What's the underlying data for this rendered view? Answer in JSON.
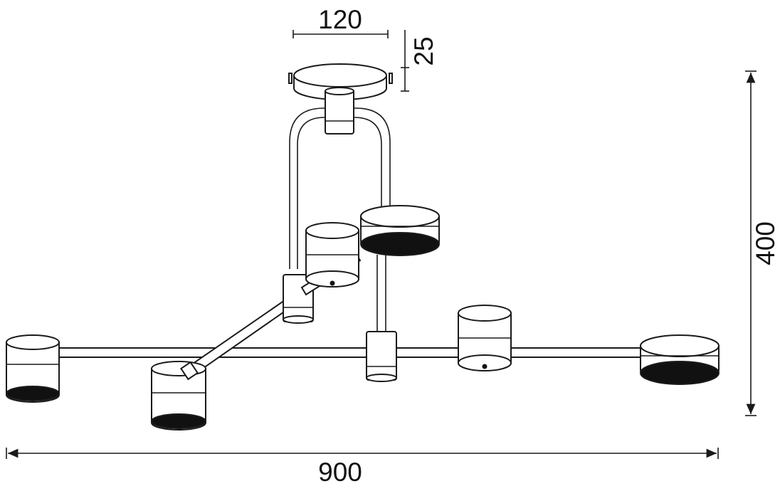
{
  "dimensions": {
    "canopy_width": "120",
    "canopy_height": "25",
    "total_height": "400",
    "total_width": "900"
  },
  "colors": {
    "line": "#1a1a1a",
    "background": "#ffffff",
    "lens": "#111111"
  }
}
